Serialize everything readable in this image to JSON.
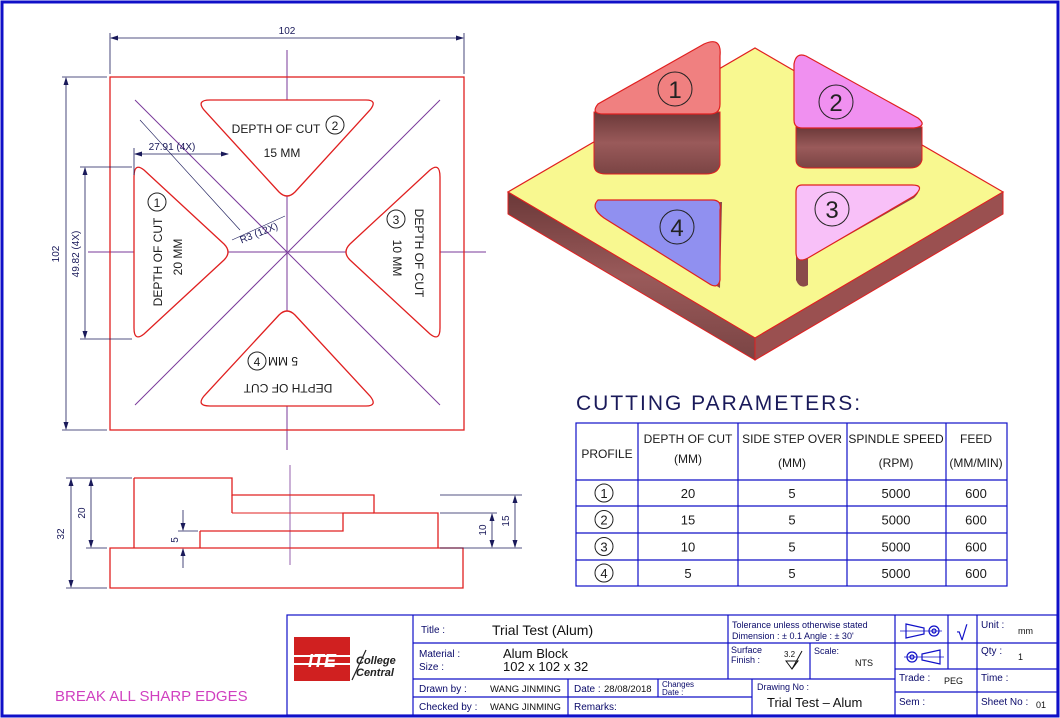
{
  "front_view": {
    "width_dim": "102",
    "height_dim": "102",
    "spacing_dim": "27.91 (4X)",
    "pocket_len_dim": "49.82 (4X)",
    "radius_dim": "R3 (12X)",
    "pocket1": {
      "number": "1",
      "line1": "DEPTH OF CUT",
      "line2": "20 MM"
    },
    "pocket2": {
      "number": "2",
      "line1": "DEPTH OF CUT",
      "line2": "15 MM"
    },
    "pocket3": {
      "number": "3",
      "line1": "DEPTH OF CUT",
      "line2": "10 MM"
    },
    "pocket4": {
      "number": "4",
      "line1": "DEPTH OF CUT",
      "line2": "5 MM"
    }
  },
  "side_view": {
    "d32": "32",
    "d20": "20",
    "d5": "5",
    "d10": "10",
    "d15": "15"
  },
  "iso_view": {
    "labels": [
      "1",
      "2",
      "3",
      "4"
    ]
  },
  "cutting_parameters": {
    "title": "CUTTING PARAMETERS:",
    "headers": [
      [
        "PROFILE"
      ],
      [
        "DEPTH OF CUT",
        "(MM)"
      ],
      [
        "SIDE STEP OVER",
        "(MM)"
      ],
      [
        "SPINDLE SPEED",
        "(RPM)"
      ],
      [
        "FEED",
        "(MM/MIN)"
      ]
    ],
    "rows": [
      {
        "profile": "1",
        "depth": "20",
        "step": "5",
        "speed": "5000",
        "feed": "600"
      },
      {
        "profile": "2",
        "depth": "15",
        "step": "5",
        "speed": "5000",
        "feed": "600"
      },
      {
        "profile": "3",
        "depth": "10",
        "step": "5",
        "speed": "5000",
        "feed": "600"
      },
      {
        "profile": "4",
        "depth": "5",
        "step": "5",
        "speed": "5000",
        "feed": "600"
      }
    ]
  },
  "note": "BREAK ALL SHARP EDGES",
  "title_block": {
    "logo_ite": "ITE",
    "logo_college": "College",
    "logo_central": "Central",
    "title_label": "Title :",
    "title_value": "Trial Test (Alum)",
    "tolerance_line1": "Tolerance unless otherwise stated",
    "tolerance_line2": "Dimension : ± 0.1    Angle : ± 30'",
    "material_label": "Material :",
    "material_value": "Alum Block",
    "size_label": "Size :",
    "size_value": "102 x 102 x 32",
    "surface_label": "Surface",
    "finish_label": "Finish :",
    "surface_value": "3.2",
    "scale_label": "Scale:",
    "scale_value": "NTS",
    "drawn_label": "Drawn by :",
    "drawn_value": "WANG JINMING",
    "date_label": "Date :",
    "date_value": "28/08/2018",
    "changes_label": "Changes",
    "changes_date_label": "Date :",
    "drawing_no_label": "Drawing No :",
    "drawing_no_value": "Trial Test – Alum",
    "checked_label": "Checked by :",
    "checked_value": "WANG JINMING",
    "remarks_label": "Remarks:",
    "unit_label": "Unit :",
    "unit_value": "mm",
    "qty_label": "Qty :",
    "qty_value": "1",
    "trade_label": "Trade :",
    "trade_value": "PEG",
    "time_label": "Time :",
    "sem_label": "Sem :",
    "sheet_label": "Sheet No :",
    "sheet_value": "01",
    "check_mark": "√"
  },
  "colors": {
    "border": "#1010c8",
    "part_outline": "#e02020",
    "pocket1": "#f08080",
    "pocket2": "#f090f0",
    "pocket3": "#f8c0f8",
    "pocket4": "#9090f0",
    "base_top": "#f8f890",
    "side_dark": "#8a4a4a",
    "note": "#d040c0"
  }
}
